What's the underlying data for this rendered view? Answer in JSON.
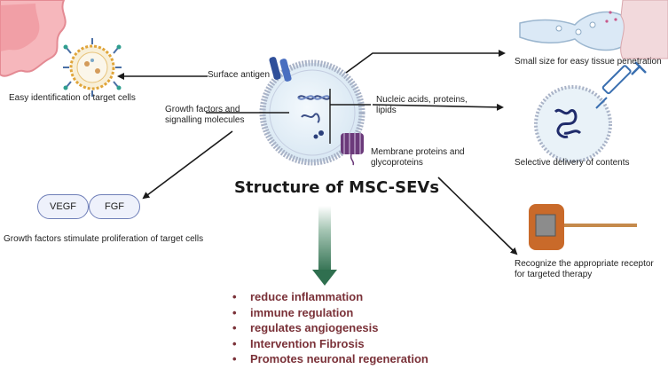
{
  "title": "Structure of MSC-SEVs",
  "vesicle": {
    "labels": {
      "surface_antigen": "Surface antigen",
      "growth_factors": "Growth factors and signalling molecules",
      "nucleic_acids": "Nucleic acids, proteins, lipids",
      "membrane_proteins": "Membrane proteins and glycoproteins"
    }
  },
  "features": {
    "identification": "Easy identification of target cells",
    "small_size": "Small size for easy tissue penetration",
    "selective_delivery": "Selective delivery of contents",
    "receptor": "Recognize the appropriate receptor for targeted therapy",
    "growth_stimulation": "Growth factors stimulate proliferation of target cells"
  },
  "growth_factor_pills": [
    "VEGF",
    "FGF"
  ],
  "benefits": [
    "reduce inflammation",
    "immune regulation",
    "regulates angiogenesis",
    "Intervention Fibrosis",
    "Promotes neuronal regeneration"
  ],
  "colors": {
    "membrane": "#a9b3c7",
    "vesicle_fill": "#e3eef7",
    "arrow_green": "#2f6f4f",
    "benefit_text": "#7a3138",
    "pill_border": "#6f7fb8",
    "receptor_orange": "#c96a2a"
  }
}
